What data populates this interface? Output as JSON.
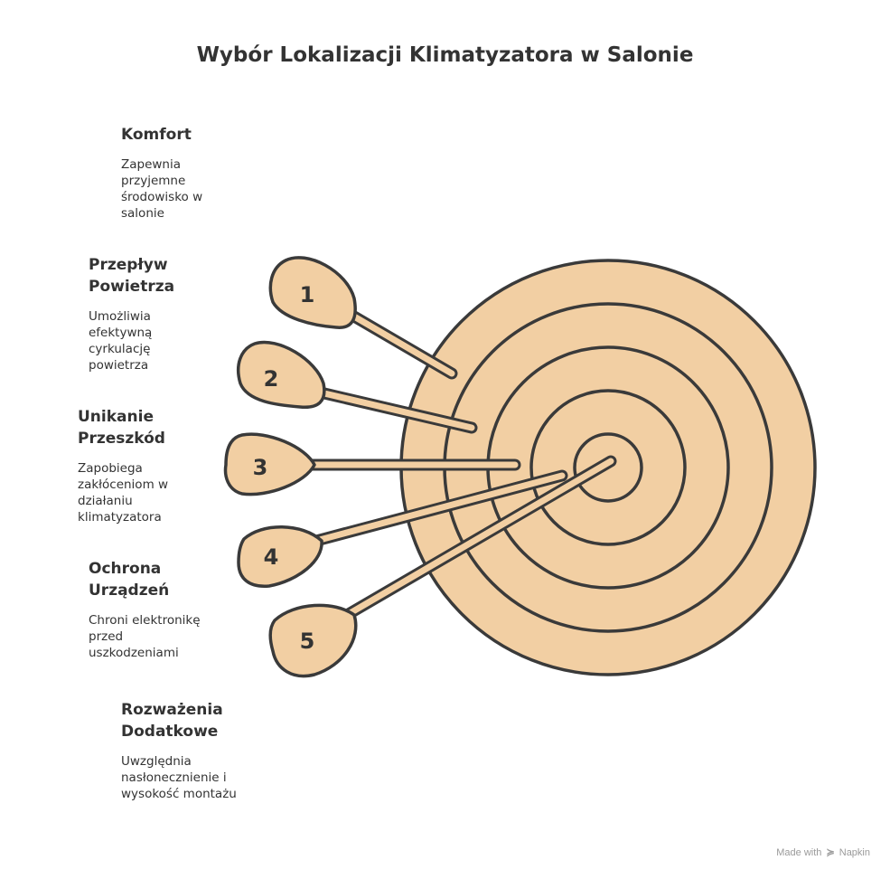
{
  "title": "Wybór Lokalizacji Klimatyzatora w Salonie",
  "items": [
    {
      "title": "Komfort",
      "description": "Zapewnia\nprzyjemne\nśrodowisko w\nsalonie"
    },
    {
      "title": "Przepływ\nPowietrza",
      "description": "Umożliwia\nefektywną\ncyrkulację\npowietrza"
    },
    {
      "title": "Unikanie\nPrzeszkód",
      "description": "Zapobiega\nzakłóceniom w\ndziałaniu\nklimatyzatora"
    },
    {
      "title": "Ochrona\nUrządzeń",
      "description": "Chroni elektronikę\nprzed\nuszkodzeniami"
    },
    {
      "title": "Rozważenia\nDodatkowe",
      "description": "Uwzględnia\nnasłonecznienie i\nwysokość montażu"
    }
  ],
  "darts": [
    {
      "number": "1"
    },
    {
      "number": "2"
    },
    {
      "number": "3"
    },
    {
      "number": "4"
    },
    {
      "number": "5"
    }
  ],
  "colors": {
    "fill": "#F2CFA3",
    "stroke": "#3A3A3A",
    "text": "#333333"
  },
  "footer": {
    "made_with": "Made with",
    "brand": "Napkin"
  }
}
